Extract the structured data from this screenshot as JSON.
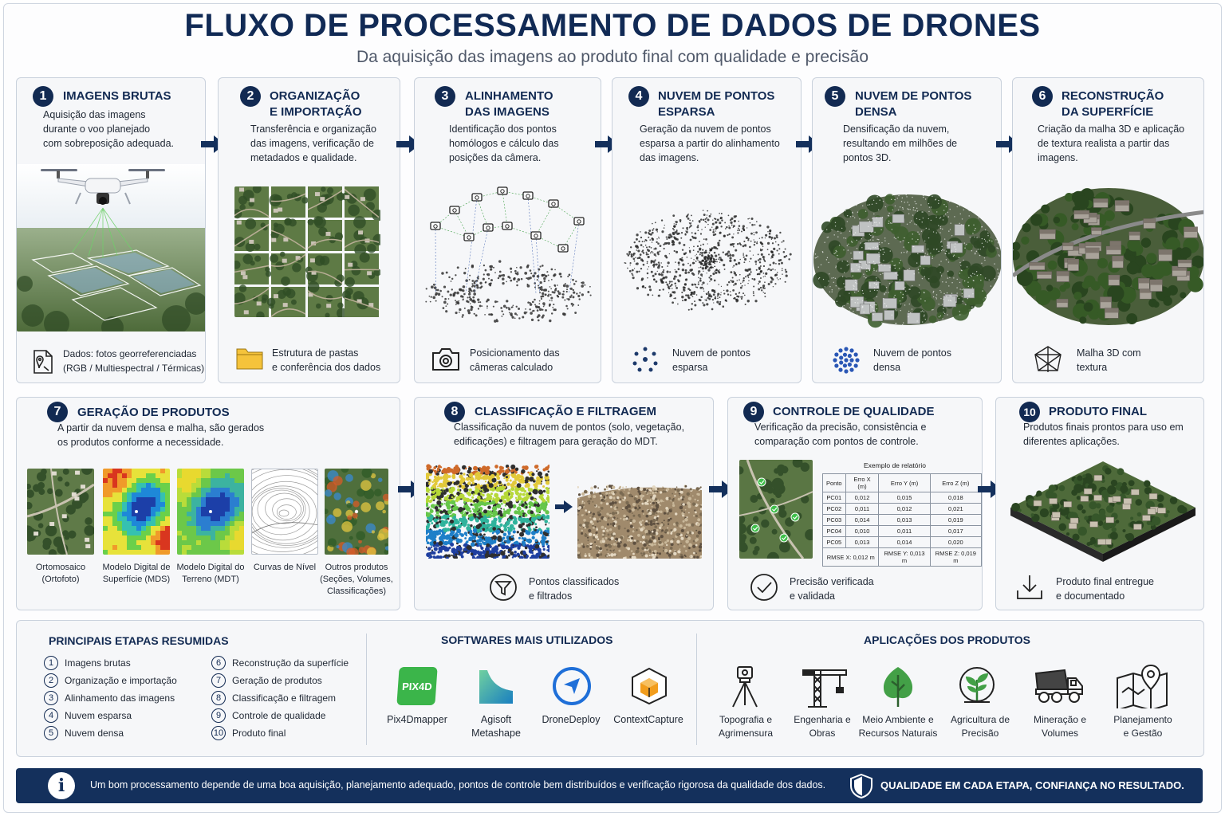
{
  "header": {
    "title": "FLUXO DE PROCESSAMENTO DE DADOS DE DRONES",
    "subtitle": "Da aquisição das imagens ao produto final com qualidade e precisão"
  },
  "steps": [
    {
      "num": "1",
      "title": "IMAGENS BRUTAS",
      "desc": "Aquisição das imagens\ndurante o voo planejado\ncom sobreposição adequada.",
      "footnote": "Dados: fotos georreferenciadas\n(RGB / Multiespectral / Térmicas)",
      "icon": "geotag-file-icon"
    },
    {
      "num": "2",
      "title": "ORGANIZAÇÃO\nE IMPORTAÇÃO",
      "desc": "Transferência e organização\ndas imagens, verificação de\nmetadados e qualidade.",
      "footnote": "Estrutura de pastas\ne conferência dos dados",
      "icon": "folder-icon"
    },
    {
      "num": "3",
      "title": "ALINHAMENTO\nDAS IMAGENS",
      "desc": "Identificação dos pontos\nhomólogos e cálculo das\nposições da câmera.",
      "footnote": "Posicionamento das\ncâmeras calculado",
      "icon": "camera-icon"
    },
    {
      "num": "4",
      "title": "NUVEM DE PONTOS\nESPARSA",
      "desc": "Geração da nuvem de pontos\nesparsa a partir do alinhamento\ndas imagens.",
      "footnote": "Nuvem de pontos\nesparsa",
      "icon": "sparse-cloud-icon"
    },
    {
      "num": "5",
      "title": "NUVEM DE PONTOS\nDENSA",
      "desc": "Densificação da nuvem,\nresultando em milhões de\npontos 3D.",
      "footnote": "Nuvem de pontos\ndensa",
      "icon": "dense-cloud-icon"
    },
    {
      "num": "6",
      "title": "RECONSTRUÇÃO\nDA SUPERFÍCIE",
      "desc": "Criação da malha 3D e aplicação\nde textura realista a partir das\nimagens.",
      "footnote": "Malha 3D com\ntextura",
      "icon": "mesh-icon"
    },
    {
      "num": "7",
      "title": "GERAÇÃO DE PRODUTOS",
      "desc": "A partir da nuvem densa e malha, são gerados\nos produtos conforme a necessidade."
    },
    {
      "num": "8",
      "title": "CLASSIFICAÇÃO E FILTRAGEM",
      "desc": "Classificação da nuvem de pontos (solo, vegetação,\nedificações) e filtragem para geração do MDT.",
      "footnote": "Pontos classificados\ne filtrados",
      "icon": "filter-icon"
    },
    {
      "num": "9",
      "title": "CONTROLE DE QUALIDADE",
      "desc": "Verificação da precisão, consistência e\ncomparação com pontos de controle.",
      "footnote": "Precisão verificada\ne validada",
      "icon": "check-circle-icon"
    },
    {
      "num": "10",
      "title": "PRODUTO FINAL",
      "desc": "Produtos finais prontos para uso em\ndiferentes aplicações.",
      "footnote": "Produto final entregue\ne documentado",
      "icon": "download-icon"
    }
  ],
  "products": [
    "Ortomosaico\n(Ortofoto)",
    "Modelo Digital de\nSuperfície (MDS)",
    "Modelo Digital do\nTerreno (MDT)",
    "Curvas de Nível",
    "Outros produtos\n(Seções, Volumes,\nClassificações)"
  ],
  "report": {
    "title": "Exemplo de relatório",
    "headers": [
      "Ponto",
      "Erro X (m)",
      "Erro Y (m)",
      "Erro Z (m)"
    ],
    "rows": [
      [
        "PC01",
        "0,012",
        "0,015",
        "0,018"
      ],
      [
        "PC02",
        "0,011",
        "0,012",
        "0,021"
      ],
      [
        "PC03",
        "0,014",
        "0,013",
        "0,019"
      ],
      [
        "PC04",
        "0,010",
        "0,011",
        "0,017"
      ],
      [
        "PC05",
        "0,013",
        "0,014",
        "0,020"
      ]
    ],
    "rmse": [
      "RMSE X: 0,012 m",
      "RMSE Y: 0,013 m",
      "RMSE Z: 0,019 m"
    ]
  },
  "summary": {
    "heading": "PRINCIPAIS ETAPAS RESUMIDAS",
    "items": [
      {
        "n": "1",
        "label": "Imagens brutas"
      },
      {
        "n": "2",
        "label": "Organização e importação"
      },
      {
        "n": "3",
        "label": "Alinhamento das imagens"
      },
      {
        "n": "4",
        "label": "Nuvem esparsa"
      },
      {
        "n": "5",
        "label": "Nuvem densa"
      },
      {
        "n": "6",
        "label": "Reconstrução da superfície"
      },
      {
        "n": "7",
        "label": "Geração de produtos"
      },
      {
        "n": "8",
        "label": "Classificação e filtragem"
      },
      {
        "n": "9",
        "label": "Controle de qualidade"
      },
      {
        "n": "10",
        "label": "Produto final"
      }
    ]
  },
  "software": {
    "heading": "SOFTWARES MAIS UTILIZADOS",
    "items": [
      {
        "label": "Pix4Dmapper",
        "logo_text": "PIX4D",
        "color": "#3bb54a"
      },
      {
        "label": "Agisoft\nMetashape",
        "color": "#1fa0c0"
      },
      {
        "label": "DroneDeploy",
        "color": "#1f6fd8"
      },
      {
        "label": "ContextCapture",
        "color": "#f29d1c"
      }
    ]
  },
  "applications": {
    "heading": "APLICAÇÕES DOS PRODUTOS",
    "items": [
      {
        "label": "Topografia e\nAgrimensura",
        "icon": "total-station-icon"
      },
      {
        "label": "Engenharia e\nObras",
        "icon": "crane-icon"
      },
      {
        "label": "Meio Ambiente e\nRecursos Naturais",
        "icon": "tree-icon"
      },
      {
        "label": "Agricultura de\nPrecisão",
        "icon": "plant-icon"
      },
      {
        "label": "Mineração e\nVolumes",
        "icon": "dump-truck-icon"
      },
      {
        "label": "Planejamento\ne Gestão",
        "icon": "map-pin-icon"
      }
    ]
  },
  "footer": {
    "info_glyph": "i",
    "note": "Um bom processamento depende de uma boa aquisição, planejamento adequado, pontos de controle bem distribuídos e verificação rigorosa da qualidade dos dados.",
    "slogan": "QUALIDADE EM CADA ETAPA, CONFIANÇA NO RESULTADO."
  },
  "colors": {
    "navy": "#122a52",
    "card_bg": "#f6f7f9",
    "border": "#c9d1dc"
  }
}
